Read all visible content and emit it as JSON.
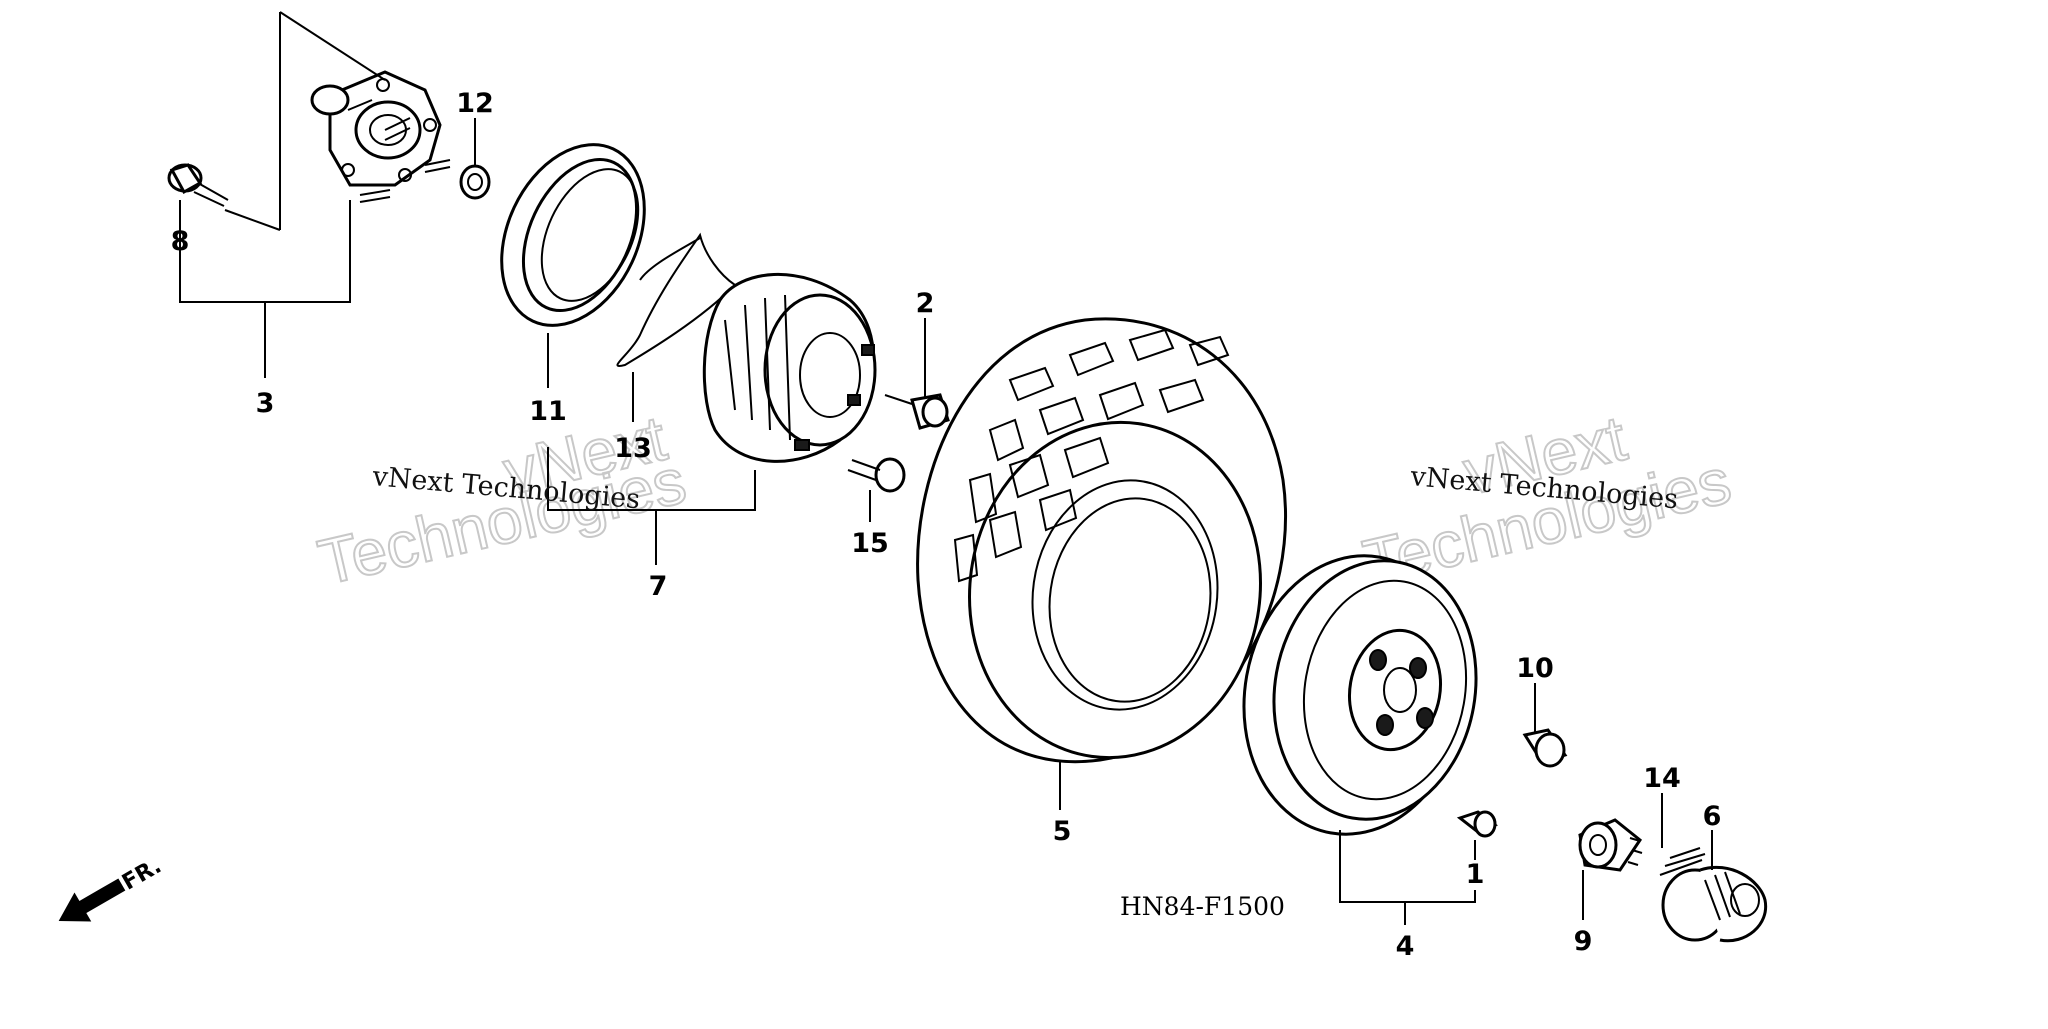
{
  "diagram": {
    "code": "HN84-F1500",
    "direction_label": "FR.",
    "callouts": [
      "1",
      "2",
      "3",
      "4",
      "5",
      "6",
      "7",
      "8",
      "9",
      "10",
      "11",
      "12",
      "13",
      "14",
      "15"
    ],
    "watermarks": {
      "company_small": "vNext Technologies",
      "big_line1": "vNext",
      "big_line2": "Technologies"
    }
  }
}
